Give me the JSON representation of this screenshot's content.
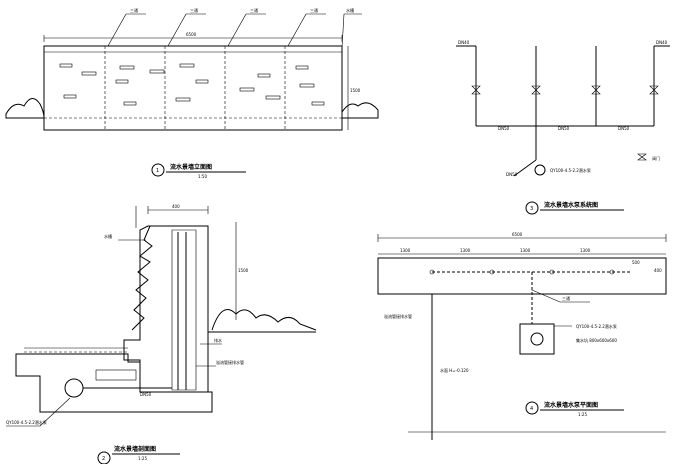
{
  "drawings": [
    {
      "number": "1",
      "title": "流水景墙立面图",
      "scale": "1:50"
    },
    {
      "number": "2",
      "title": "流水景墙剖面图",
      "scale": "1:25"
    },
    {
      "number": "3",
      "title": "流水景墙水泵系统图",
      "scale": ""
    },
    {
      "number": "4",
      "title": "流水景墙水泵平面图",
      "scale": "1:25"
    }
  ],
  "elevation": {
    "overall_width": "6500",
    "height": "1500",
    "callouts": [
      "三通",
      "三通",
      "三通",
      "三通",
      "水槽"
    ]
  },
  "section": {
    "top_width": "400",
    "height_dim": "1500",
    "left_label": "水槽",
    "pump_label": "QY100-4.5-2.2潜水泵",
    "pipe_label": "DN50",
    "right_labels": [
      "排水",
      "溢流管接排水管"
    ]
  },
  "system": {
    "pipe_labels": [
      "DN40",
      "DN40",
      "DN50",
      "DN50",
      "DN50",
      "DN50"
    ],
    "pump_label": "QY100-4.5-2.2潜水泵",
    "valve_label": "阀门"
  },
  "plan": {
    "overall": "6500",
    "spans": [
      "1300",
      "1300",
      "1300",
      "1300"
    ],
    "right_dims": [
      "500",
      "400"
    ],
    "tee_label": "三通",
    "pump_label": "QY100-4.5-2.2潜水泵",
    "pit_label": "集水坑 800x600x600",
    "left_note": "溢流管接排水管",
    "elevation_note": "水面 H=-0.120"
  }
}
